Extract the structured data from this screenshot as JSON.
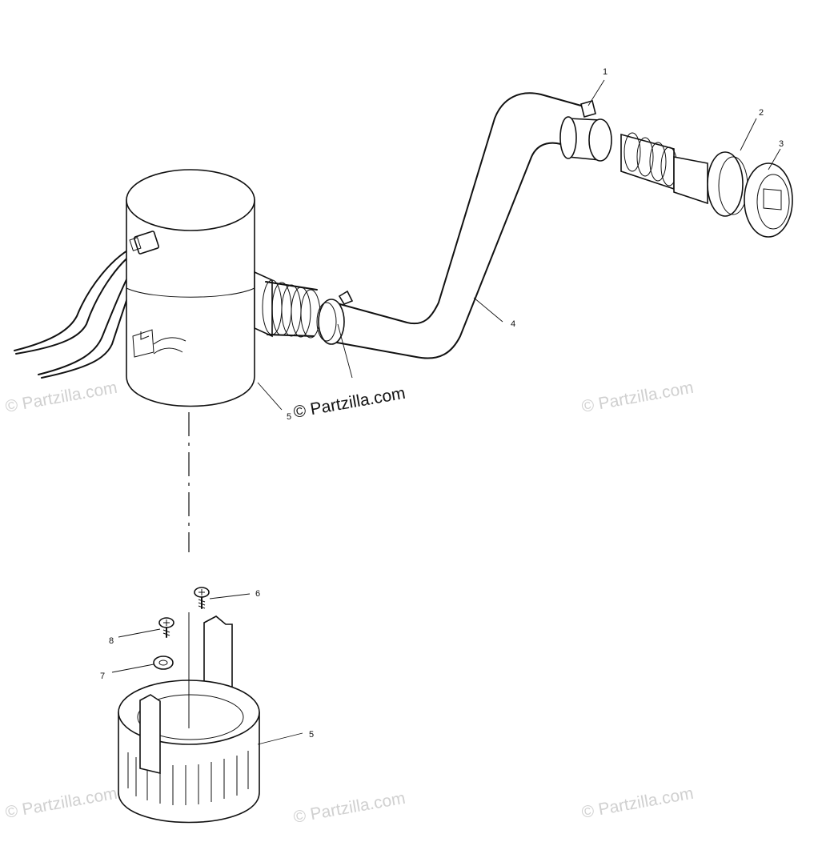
{
  "diagram": {
    "callouts": [
      {
        "id": "c1",
        "label": "1"
      },
      {
        "id": "c2",
        "label": "2"
      },
      {
        "id": "c3",
        "label": "3"
      },
      {
        "id": "c4",
        "label": "4"
      },
      {
        "id": "c5a",
        "label": "5"
      },
      {
        "id": "c6",
        "label": "6"
      },
      {
        "id": "c7",
        "label": "7"
      },
      {
        "id": "c8",
        "label": "8"
      },
      {
        "id": "c5b",
        "label": "5"
      }
    ],
    "watermark_main": "© Partzilla.com",
    "watermarks": [
      "© Partzilla.com",
      "© Partzilla.com",
      "© Partzilla.com",
      "© Partzilla.com",
      "© Partzilla.com"
    ]
  }
}
